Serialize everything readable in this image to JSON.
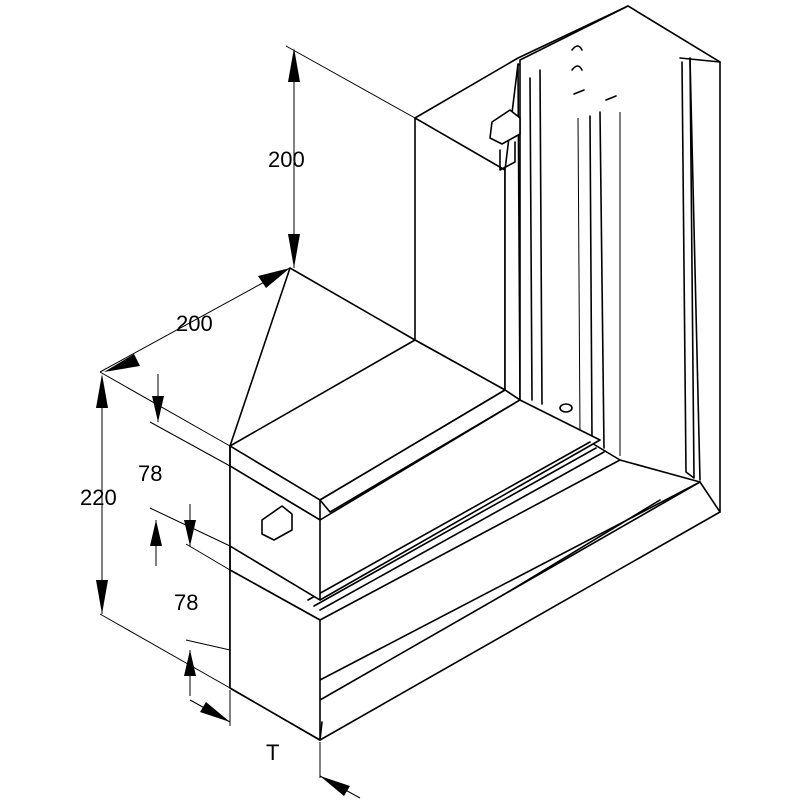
{
  "dimensions": {
    "vertical_height": "200",
    "depth": "200",
    "total_height": "220",
    "upper_compartment": "78",
    "lower_compartment": "78",
    "thickness": "T"
  }
}
